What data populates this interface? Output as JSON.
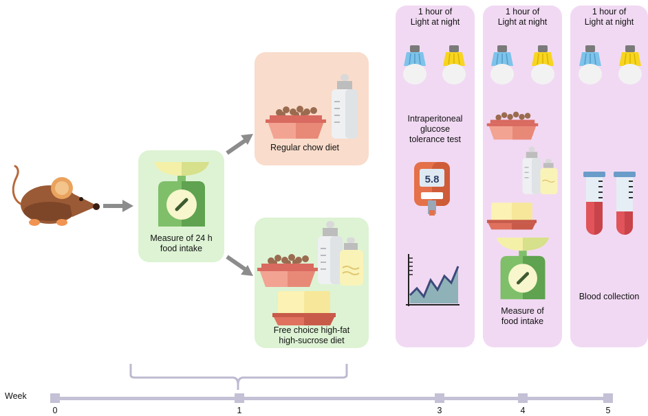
{
  "diagram": {
    "steps": {
      "measure_24h": "Measure of 24 h\nfood intake",
      "regular_chow": "Regular chow diet",
      "hfhs_diet": "Free choice high-fat\nhigh-sucrose diet"
    },
    "columns": [
      {
        "header": "1 hour of\nLight at night",
        "test_label": "Intraperitoneal\nglucose\ntolerance test",
        "glucose_reading": "5.8"
      },
      {
        "header": "1 hour of\nLight at night",
        "label": "Measure of\nfood intake"
      },
      {
        "header": "1 hour of\nLight at night",
        "label": "Blood collection"
      }
    ],
    "timeline": {
      "label": "Week",
      "ticks": [
        "0",
        "1",
        "3",
        "4",
        "5"
      ]
    },
    "colors": {
      "panel_pink": "#f1d9f3",
      "panel_green": "#ddf3d4",
      "panel_peach": "#f9dccb",
      "arrow": "#8c8c8c",
      "timeline": "#c4c1d6"
    },
    "icons": [
      "mouse-icon",
      "scale-icon",
      "chow-bowl-icon",
      "milk-bottle-icon",
      "butter-icon",
      "blue-bulb-icon",
      "yellow-bulb-icon",
      "glucometer-icon",
      "line-graph-icon",
      "test-tube-icon"
    ]
  }
}
